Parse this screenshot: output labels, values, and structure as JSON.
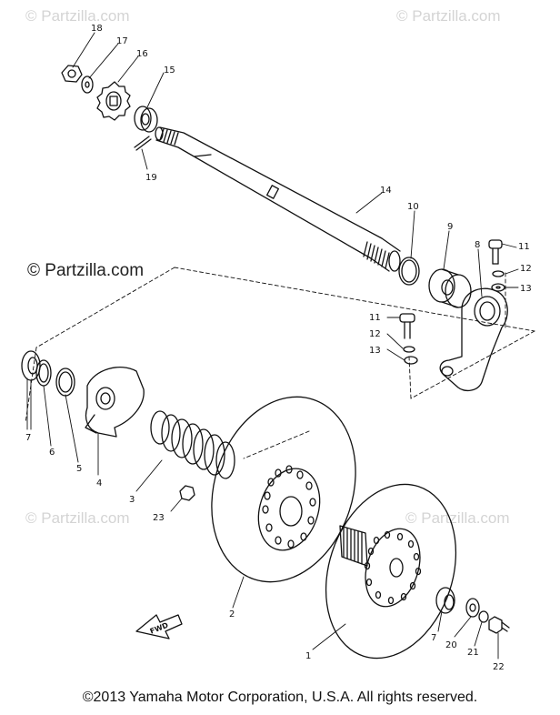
{
  "watermarks": {
    "top_left": "© Partzilla.com",
    "top_right": "© Partzilla.com",
    "mid_left": "© Partzilla.com",
    "bottom_left": "© Partzilla.com",
    "bottom_right": "© Partzilla.com"
  },
  "fwd_arrow_label": "FWD",
  "callouts": {
    "c1": "1",
    "c2": "2",
    "c3": "3",
    "c4": "4",
    "c5": "5",
    "c6": "6",
    "c7a": "7",
    "c7b": "7",
    "c8": "8",
    "c9": "9",
    "c10": "10",
    "c11a": "11",
    "c11b": "11",
    "c12a": "12",
    "c12b": "12",
    "c13a": "13",
    "c13b": "13",
    "c14": "14",
    "c15": "15",
    "c16": "16",
    "c17": "17",
    "c18": "18",
    "c19": "19",
    "c20": "20",
    "c21": "21",
    "c22": "22",
    "c23": "23"
  },
  "copyright": "©2013 Yamaha Motor Corporation, U.S.A. All rights reserved.",
  "colors": {
    "line": "#111111",
    "watermark": "#d4d4d4"
  }
}
